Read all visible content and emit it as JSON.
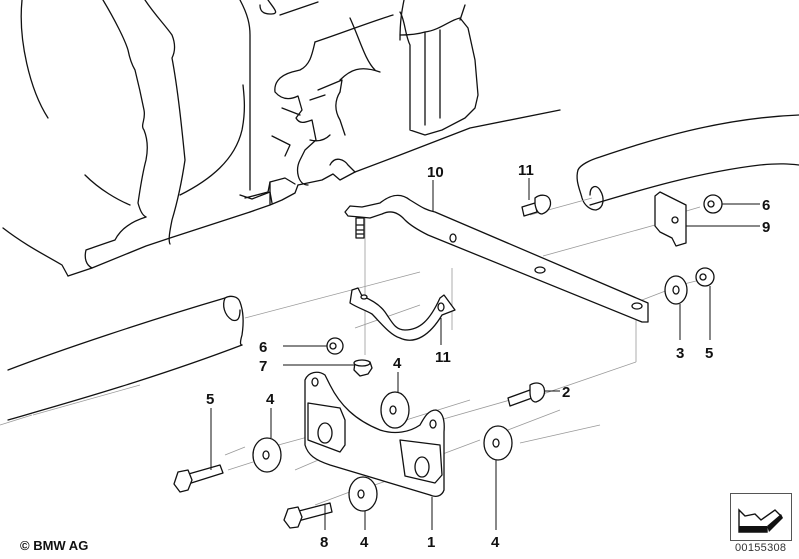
{
  "diagram": {
    "title": "Exhaust / transmission mounting bracket parts diagram",
    "callouts": [
      {
        "id": "c1",
        "label": "1"
      },
      {
        "id": "c2",
        "label": "2"
      },
      {
        "id": "c3",
        "label": "3"
      },
      {
        "id": "c4a",
        "label": "4"
      },
      {
        "id": "c4b",
        "label": "4"
      },
      {
        "id": "c4c",
        "label": "4"
      },
      {
        "id": "c4d",
        "label": "4"
      },
      {
        "id": "c5a",
        "label": "5"
      },
      {
        "id": "c5b",
        "label": "5"
      },
      {
        "id": "c6a",
        "label": "6"
      },
      {
        "id": "c6b",
        "label": "6"
      },
      {
        "id": "c7",
        "label": "7"
      },
      {
        "id": "c8",
        "label": "8"
      },
      {
        "id": "c9",
        "label": "9"
      },
      {
        "id": "c10",
        "label": "10"
      },
      {
        "id": "c11a",
        "label": "11"
      },
      {
        "id": "c11b",
        "label": "11"
      }
    ]
  },
  "footer": {
    "copyright": "© BMW AG",
    "document_number": "00155308",
    "nav_icon": "arrow-down-left-icon"
  }
}
